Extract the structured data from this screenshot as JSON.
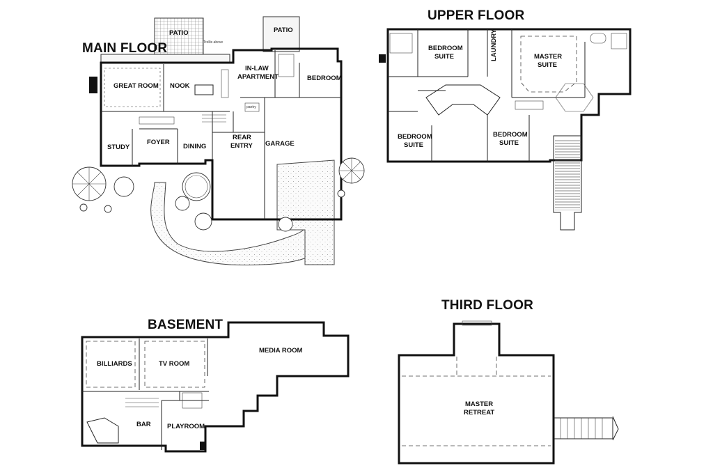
{
  "floors": {
    "main": {
      "title": "MAIN FLOOR",
      "rooms": {
        "patio_left": "PATIO",
        "patio_right": "PATIO",
        "in_law": "IN-LAW APARTMENT",
        "bedroom": "BEDROOM",
        "great_room": "GREAT ROOM",
        "nook": "NOOK",
        "study": "STUDY",
        "foyer": "FOYER",
        "dining": "DINING",
        "rear_entry": "REAR ENTRY",
        "garage": "GARAGE",
        "trellis_note": "Trellis above",
        "pantry_note": "pantry"
      }
    },
    "upper": {
      "title": "UPPER FLOOR",
      "rooms": {
        "bedroom_suite_top": "BEDROOM SUITE",
        "laundry": "LAUNDRY",
        "master_suite": "MASTER SUITE",
        "bedroom_suite_left": "BEDROOM SUITE",
        "bedroom_suite_right": "BEDROOM SUITE"
      }
    },
    "basement": {
      "title": "BASEMENT",
      "rooms": {
        "billiards": "BILLIARDS",
        "tv_room": "TV ROOM",
        "media_room": "MEDIA ROOM",
        "bar": "BAR",
        "playroom": "PLAYROOM"
      }
    },
    "third": {
      "title": "THIRD FLOOR",
      "rooms": {
        "master_retreat": "MASTER RETREAT"
      }
    }
  }
}
